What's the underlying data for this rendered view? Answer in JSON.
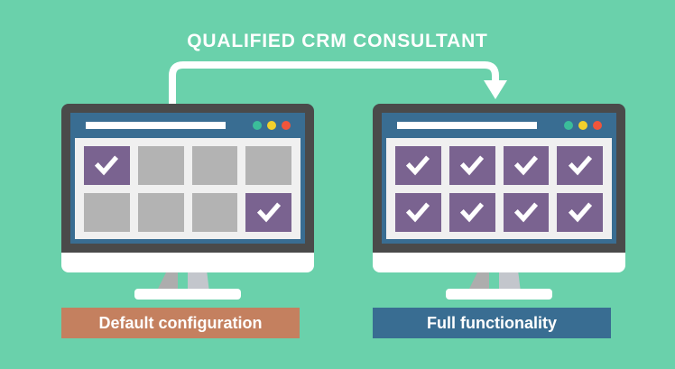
{
  "background_color": "#6ad1ab",
  "headline": {
    "text": "QUALIFIED CRM CONSULTANT",
    "color": "#ffffff"
  },
  "connector": {
    "name": "arrow-left-to-right",
    "color": "#ffffff",
    "direction": "down-arrow-at-right"
  },
  "panels": [
    {
      "id": "default",
      "caption": "Default configuration",
      "caption_bg": "#c4805f",
      "browser": {
        "url_bar_value": "",
        "url_bar_placeholder": "",
        "dots": [
          {
            "name": "window-dot-green",
            "color": "#3bbd9a"
          },
          {
            "name": "window-dot-yellow",
            "color": "#f2d02c"
          },
          {
            "name": "window-dot-red",
            "color": "#f0553b"
          }
        ]
      },
      "tiles": {
        "on_color": "#7a6390",
        "off_color": "#b3b3b3",
        "rows": [
          [
            true,
            false,
            false,
            false
          ],
          [
            false,
            false,
            false,
            true
          ]
        ]
      }
    },
    {
      "id": "full",
      "caption": "Full functionality",
      "caption_bg": "#396d92",
      "browser": {
        "url_bar_value": "",
        "url_bar_placeholder": "",
        "dots": [
          {
            "name": "window-dot-green",
            "color": "#3bbd9a"
          },
          {
            "name": "window-dot-yellow",
            "color": "#f2d02c"
          },
          {
            "name": "window-dot-red",
            "color": "#f0553b"
          }
        ]
      },
      "tiles": {
        "on_color": "#7a6390",
        "off_color": "#b3b3b3",
        "rows": [
          [
            true,
            true,
            true,
            true
          ],
          [
            true,
            true,
            true,
            true
          ]
        ]
      }
    }
  ]
}
